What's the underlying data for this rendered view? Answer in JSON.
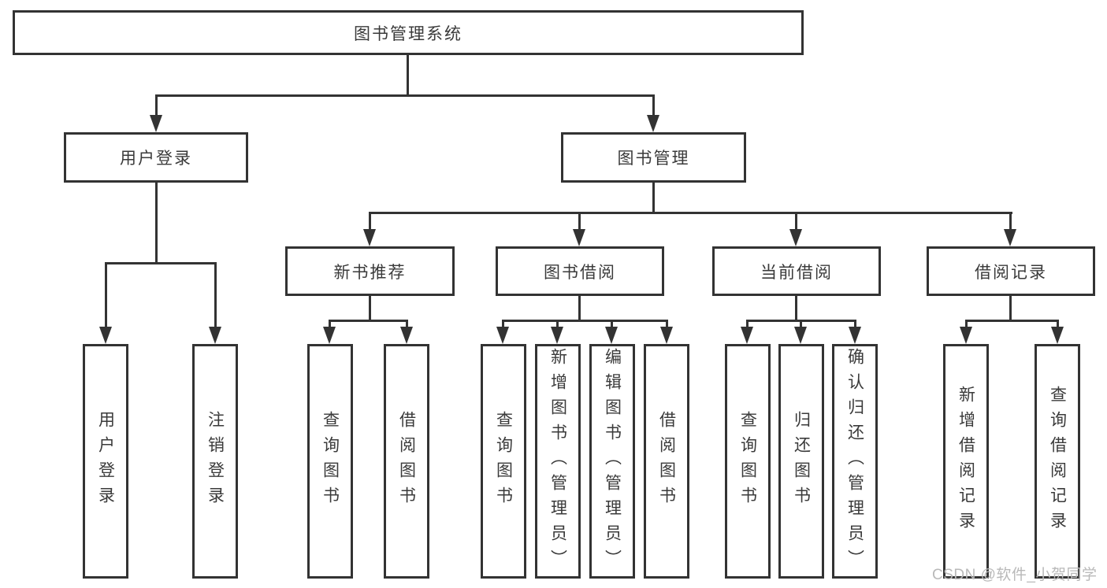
{
  "root": {
    "label": "图书管理系统"
  },
  "level2": [
    {
      "label": "用户登录"
    },
    {
      "label": "图书管理"
    }
  ],
  "level3": [
    {
      "label": "新书推荐"
    },
    {
      "label": "图书借阅"
    },
    {
      "label": "当前借阅"
    },
    {
      "label": "借阅记录"
    }
  ],
  "leaves": [
    {
      "label": "用户登录"
    },
    {
      "label": "注销登录"
    },
    {
      "label": "查询图书"
    },
    {
      "label": "借阅图书"
    },
    {
      "label": "查询图书"
    },
    {
      "label": "新增图书（管理员）"
    },
    {
      "label": "编辑图书（管理员）"
    },
    {
      "label": "借阅图书"
    },
    {
      "label": "查询图书"
    },
    {
      "label": "归还图书"
    },
    {
      "label": "确认归还（管理员）"
    },
    {
      "label": "新增借阅记录"
    },
    {
      "label": "查询借阅记录"
    }
  ],
  "watermark": {
    "text": "CSDN @软件_小贺同学"
  },
  "colors": {
    "line": "#333333",
    "text": "#3a3a3a",
    "watermark": "#b9b9b9",
    "background": "#ffffff"
  }
}
